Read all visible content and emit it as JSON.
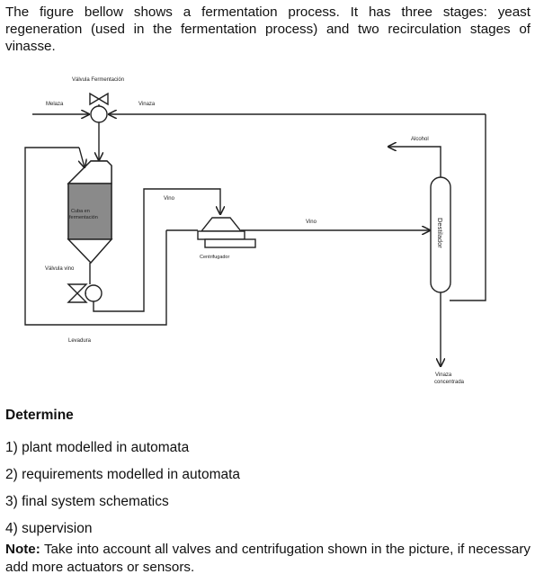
{
  "intro": "The figure bellow shows a fermentation process. It has three stages: yeast regeneration (used in the fermentation process) and two recirculation stages of vinasse.",
  "figure": {
    "labels": {
      "valvula_fermentacion": "Válvula Fermentación",
      "melaza": "Melaza",
      "vinaza": "Vinaza",
      "alcohol": "Alcohol",
      "vino_top": "Vino",
      "vino_right": "Vino",
      "cuba_line1": "Cuba en",
      "cuba_line2": "fermentación",
      "centrifugador": "Centrifugador",
      "destilador": "Destilador",
      "valvula_vino": "Válvula vino",
      "levadura": "Levadura",
      "vinaza_concentrada_line1": "Vinaza",
      "vinaza_concentrada_line2": "concentrada"
    }
  },
  "determine": {
    "heading": "Determine",
    "items": [
      "1) plant modelled in automata",
      "2) requirements modelled in automata",
      "3) final system schematics",
      "4) supervision"
    ]
  },
  "note": {
    "label": "Note:",
    "text": " Take into account all valves and centrifugation shown in the picture, if necessary add more actuators or sensors."
  }
}
